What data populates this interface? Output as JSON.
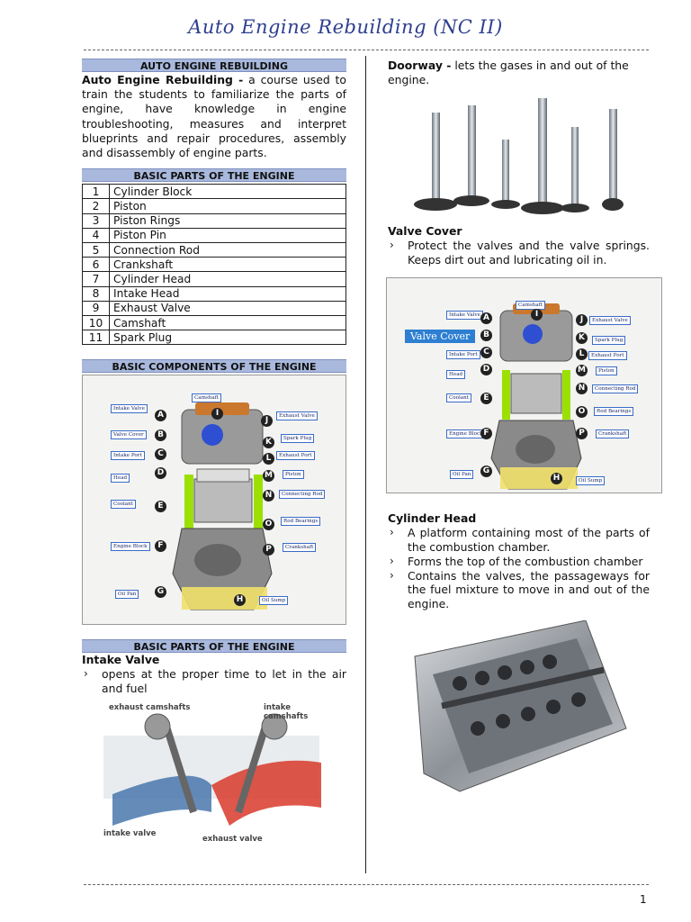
{
  "header": {
    "title": "Auto Engine Rebuilding (NC II)"
  },
  "footer": {
    "page_number": "1"
  },
  "left": {
    "intro_heading": "AUTO ENGINE REBUILDING",
    "intro_term": "Auto Engine Rebuilding -",
    "intro_text": " a course used to train the students to familiarize the parts of engine, have knowledge in engine troubleshooting, measures and interpret blueprints and repair procedures, assembly and disassembly of engine parts.",
    "parts_heading": "BASIC PARTS OF THE ENGINE",
    "parts": [
      {
        "num": "1",
        "name": "Cylinder Block"
      },
      {
        "num": "2",
        "name": "Piston"
      },
      {
        "num": "3",
        "name": "Piston Rings"
      },
      {
        "num": "4",
        "name": "Piston Pin"
      },
      {
        "num": "5",
        "name": "Connection Rod"
      },
      {
        "num": "6",
        "name": "Crankshaft"
      },
      {
        "num": "7",
        "name": "Cylinder Head"
      },
      {
        "num": "8",
        "name": "Intake Head"
      },
      {
        "num": "9",
        "name": "Exhaust Valve"
      },
      {
        "num": "10",
        "name": "Camshaft"
      },
      {
        "num": "11",
        "name": "Spark Plug"
      }
    ],
    "components_heading": "BASIC COMPONENTS OF THE ENGINE",
    "diagram_labels": {
      "camshaft": "Camshaft",
      "intake_valve": "Intake Valve",
      "exhaust_valve": "Exhaust Valve",
      "valve_cover": "Valve Cover",
      "spark_plug": "Spark Plug",
      "intake_port": "Intake Port",
      "exhaust_port": "Exhaust Port",
      "head": "Head",
      "piston": "Piston",
      "connecting_rod": "Connecting Rod",
      "coolant": "Coolant",
      "rod_bearings": "Rod Bearings",
      "engine_block": "Engine Block",
      "crankshaft": "Crankshaft",
      "oil_pan": "Oil Pan",
      "oil_sump": "Oil Sump"
    },
    "letters": [
      "A",
      "B",
      "C",
      "D",
      "E",
      "F",
      "G",
      "H",
      "I",
      "J",
      "K",
      "L",
      "M",
      "N",
      "O",
      "P"
    ],
    "parts_heading_2": "BASIC PARTS OF THE ENGINE",
    "intake_valve_title": "Intake Valve",
    "intake_valve_bullets": [
      "opens at the proper time to let in the air and fuel"
    ],
    "cam_labels": {
      "exhaust_camshafts": "exhaust camshafts",
      "intake_camshafts": "intake camshafts",
      "intake_valve": "intake valve",
      "exhaust_valve": "exhaust valve"
    }
  },
  "right": {
    "doorway_term": "Doorway -",
    "doorway_text": " lets the gases in and out of the engine.",
    "valve_cover_title": "Valve Cover",
    "valve_cover_bullets": [
      "Protect the valves and the valve springs. Keeps dirt out and lubricating oil in."
    ],
    "valve_cover_banner": "Valve Cover",
    "cylinder_head_title": "Cylinder Head",
    "cylinder_head_bullets": [
      "A platform containing most of the parts of the combustion chamber.",
      "Forms the top of the combustion chamber",
      "Contains the valves, the passageways for the fuel mixture to move in and out of the engine."
    ]
  },
  "colors": {
    "title": "#2e3f8f",
    "section_bar": "#a9b9dd",
    "valve_cover_banner": "#2e7fd1"
  }
}
